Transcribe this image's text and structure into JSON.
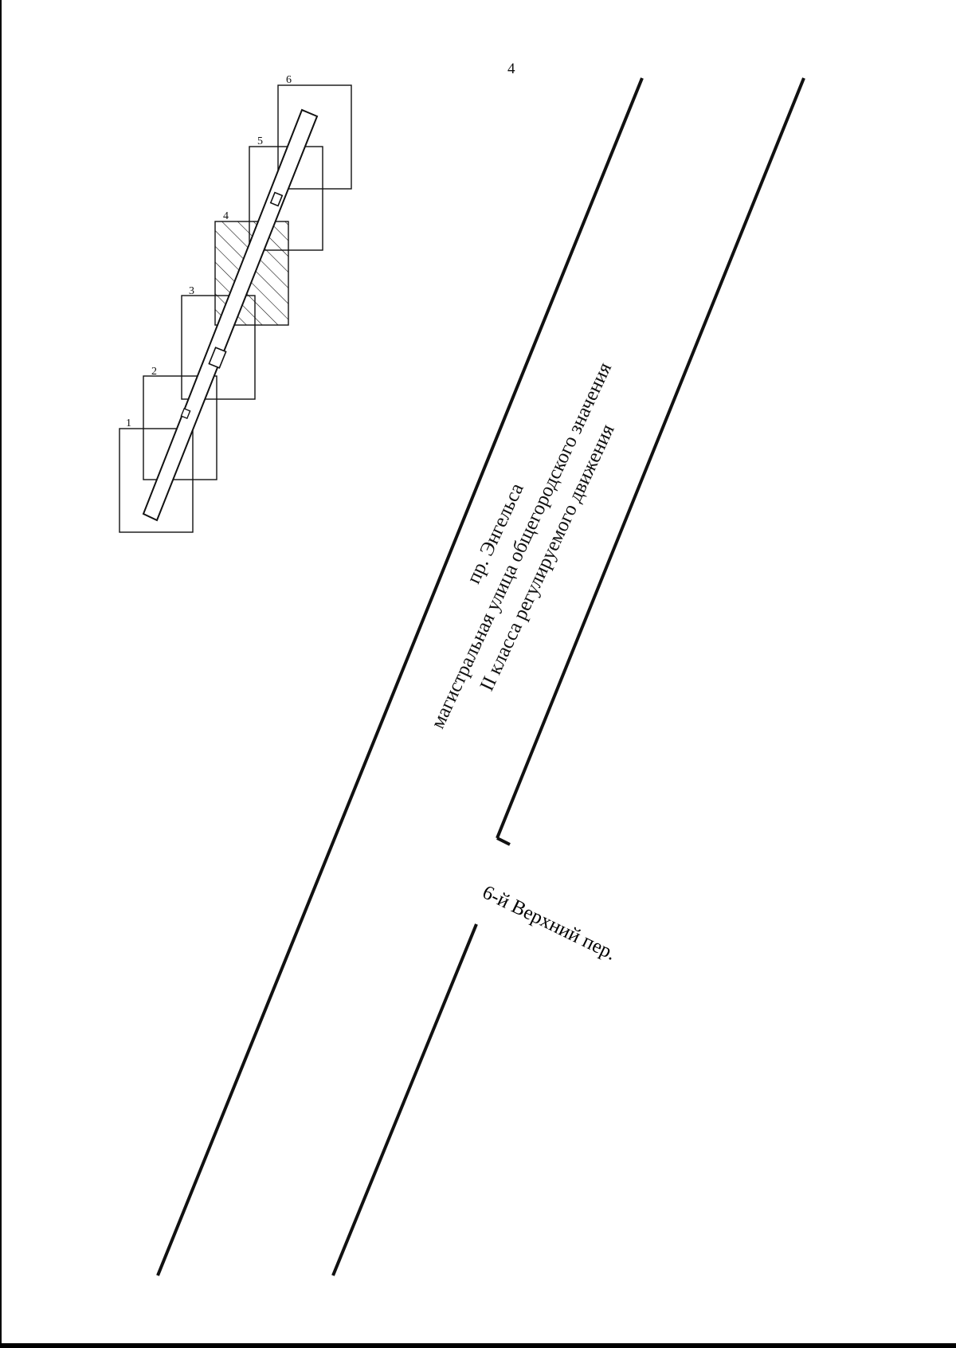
{
  "page": {
    "number": "4",
    "colors": {
      "ink": "#111111",
      "paper": "#ffffff",
      "scan_border": "#000000"
    }
  },
  "map": {
    "main_street": {
      "name": "пр. Энгельса",
      "line1": "магистральная улица общегородского значения",
      "line2": "II класса регулируемого движения"
    },
    "side_street": {
      "name": "6-й Верхний пер."
    },
    "sections": [
      {
        "label": "1",
        "hatched": false
      },
      {
        "label": "2",
        "hatched": false
      },
      {
        "label": "3",
        "hatched": false
      },
      {
        "label": "4",
        "hatched": true
      },
      {
        "label": "5",
        "hatched": false
      },
      {
        "label": "6",
        "hatched": false
      }
    ]
  }
}
